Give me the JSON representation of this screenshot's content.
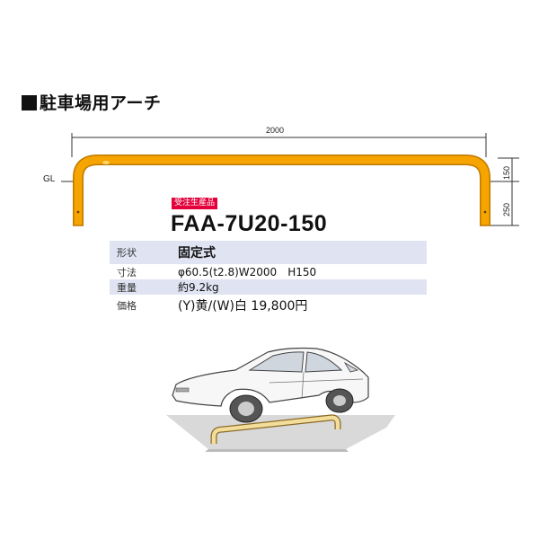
{
  "heading": "駐車場用アーチ",
  "dimensions": {
    "width": "2000",
    "above_ground": "150",
    "below_ground": "250",
    "ground": "GL"
  },
  "badge": "受注生産品",
  "model": "FAA-7U20-150",
  "specs": [
    {
      "key": "形状",
      "value": "固定式"
    },
    {
      "key": "寸法",
      "value": "φ60.5(t2.8)W2000　H150"
    },
    {
      "key": "重量",
      "value": "約9.2kg"
    },
    {
      "key": "価格",
      "value": "(Y)黄/(W)白 19,800円"
    }
  ],
  "colors": {
    "arch": "#f5a400",
    "arch_outline": "#c07800",
    "table_shade": "#dfe3f2",
    "badge": "#e4003a"
  }
}
